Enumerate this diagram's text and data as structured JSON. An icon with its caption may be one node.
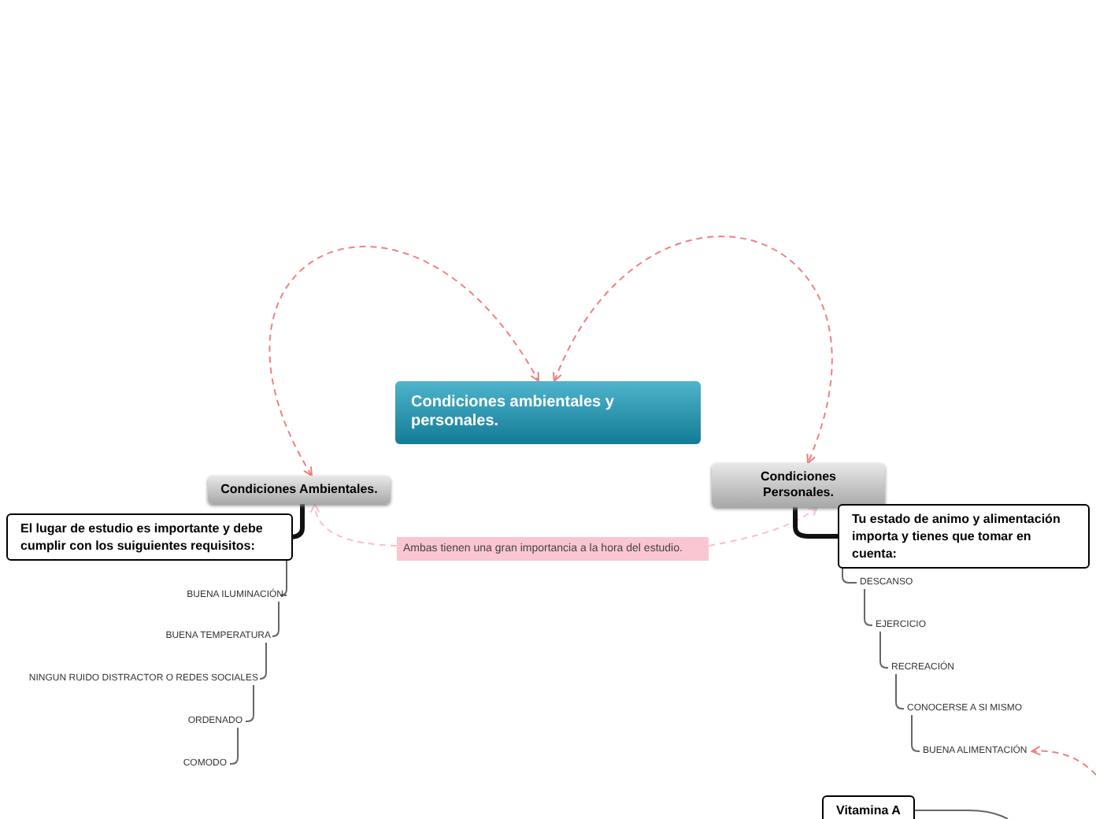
{
  "diagram": {
    "nodes": [
      {
        "text": [
          "Condiciones ambientales y personales."
        ]
      },
      {
        "text": [
          "Condiciones Ambientales."
        ]
      },
      {
        "text": [
          "Condiciones Personales."
        ]
      },
      {
        "text": [
          "Ambas tienen una gran importancia a la hora del estudio."
        ]
      },
      {
        "text": [
          "El lugar de estudio es importante y debe cumplir con los suiguientes requisitos:"
        ]
      },
      {
        "text": [
          "BUENA ILUMINACIÓN"
        ]
      },
      {
        "text": [
          "BUENA TEMPERATURA"
        ]
      },
      {
        "text": [
          "NINGUN RUIDO DISTRACTOR O REDES SOCIALES"
        ]
      },
      {
        "text": [
          "ORDENADO"
        ]
      },
      {
        "text": [
          "COMODO"
        ]
      },
      {
        "text": [
          "Tu estado de animo y alimentación importa y tienes que tomar en cuenta:"
        ]
      },
      {
        "text": [
          "DESCANSO"
        ]
      },
      {
        "text": [
          "EJERCICIO"
        ]
      },
      {
        "text": [
          "RECREACIÓN"
        ]
      },
      {
        "text": [
          "CONOCERSE A SI MISMO"
        ]
      },
      {
        "text": [
          "BUENA ALIMENTACIÓN"
        ]
      },
      {
        "text": [
          "Vitamina A"
        ]
      }
    ],
    "edges": [
      {
        "from": 1,
        "to": 0,
        "arrow": "both",
        "style": "dashed",
        "color": "#f08080"
      },
      {
        "from": 0,
        "to": 2,
        "arrow": "both",
        "style": "dashed",
        "color": "#f08080"
      },
      {
        "from": 3,
        "to": 1,
        "arrow": "to",
        "style": "dashed",
        "color": "#f8c0cc"
      },
      {
        "from": 3,
        "to": 2,
        "arrow": "to",
        "style": "dashed",
        "color": "#f8c0cc"
      },
      {
        "from": 1,
        "to": 4,
        "arrow": "none",
        "style": "thick"
      },
      {
        "from": 4,
        "to": 5,
        "arrow": "none"
      },
      {
        "from": 5,
        "to": 6,
        "arrow": "none"
      },
      {
        "from": 6,
        "to": 7,
        "arrow": "none"
      },
      {
        "from": 7,
        "to": 8,
        "arrow": "none"
      },
      {
        "from": 8,
        "to": 9,
        "arrow": "none"
      },
      {
        "from": 2,
        "to": 10,
        "arrow": "none",
        "style": "thick"
      },
      {
        "from": 10,
        "to": 11,
        "arrow": "none"
      },
      {
        "from": 11,
        "to": 12,
        "arrow": "none"
      },
      {
        "from": 12,
        "to": 13,
        "arrow": "none"
      },
      {
        "from": 13,
        "to": 14,
        "arrow": "none"
      },
      {
        "from": 14,
        "to": 15,
        "arrow": "none"
      },
      {
        "from": null,
        "to": 15,
        "arrow": "to",
        "style": "dashed",
        "color": "#f08080"
      },
      {
        "from": 16,
        "to": null,
        "arrow": "none"
      }
    ]
  }
}
